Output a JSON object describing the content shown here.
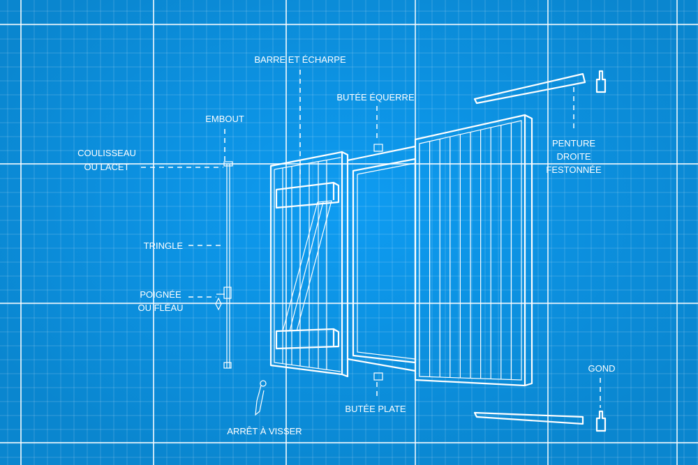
{
  "title": "Volet battant – nomenclature",
  "labels": {
    "barre_echarpe": "BARRE ET ÉCHARPE",
    "butee_equerre": "BUTÉE ÉQUERRE",
    "embout": "EMBOUT",
    "coulisseau_1": "COULISSEAU",
    "coulisseau_2": "OU LACET",
    "tringle": "TRINGLE",
    "poignee_1": "POIGNÉE",
    "poignee_2": "OU FLÉAU",
    "penture_1": "PENTURE",
    "penture_2": "DROITE",
    "penture_3": "FESTONNÉE",
    "gond": "GOND",
    "butee_plate": "BUTÉE PLATE",
    "arret": "ARRÊT À VISSER"
  },
  "colors": {
    "background": "#0a8ad6",
    "center": "#0f9bf0",
    "line": "#ffffff"
  }
}
